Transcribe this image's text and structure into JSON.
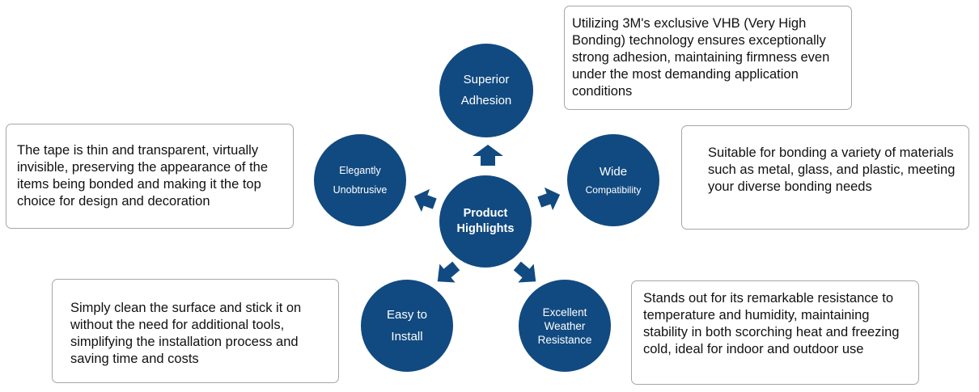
{
  "colors": {
    "node_fill": "#114a80",
    "arrow_fill": "#114a80",
    "box_border": "#a6a6a6",
    "text": "#111111"
  },
  "center": {
    "line1": "Product",
    "line2": "Highlights"
  },
  "nodes": {
    "superior": {
      "line1": "Superior",
      "line2": "Adhesion"
    },
    "wide": {
      "line1": "Wide",
      "line2": "Compatibility"
    },
    "weather": {
      "line1": "Excellent",
      "line2": "Weather",
      "line3": "Resistance"
    },
    "install": {
      "line1": "Easy to",
      "line2": "Install"
    },
    "elegant": {
      "line1": "Elegantly",
      "line2": "Unobtrusive"
    }
  },
  "descriptions": {
    "superior": "Utilizing 3M's exclusive VHB (Very High Bonding) technology ensures exceptionally strong adhesion, maintaining firmness even under the most demanding application conditions",
    "wide": "Suitable for bonding a variety of materials such as metal, glass, and plastic, meeting your diverse bonding needs",
    "weather": "Stands out for its remarkable resistance to temperature and humidity, maintaining stability in both scorching heat and freezing cold, ideal for indoor and outdoor use",
    "install": "Simply clean the surface and stick it on without the need for additional tools, simplifying the installation process and saving time and costs",
    "elegant": "The tape is thin and transparent, virtually invisible, preserving the appearance of the items being bonded and making it the top choice for design and decoration"
  }
}
